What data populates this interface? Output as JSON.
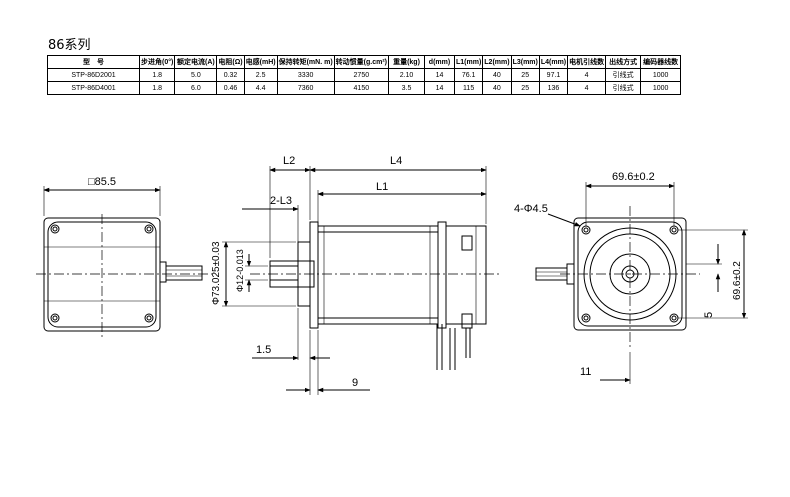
{
  "series_title": "86系列",
  "table": {
    "headers": [
      "型　号",
      "步进角(0°)",
      "额定电流(A)",
      "电阻(Ω)",
      "电感(mH)",
      "保持转矩(mN. m)",
      "转动惯量(g.cm²)",
      "重量(kg)",
      "d(mm)",
      "L1(mm)",
      "L2(mm)",
      "L3(mm)",
      "L4(mm)",
      "电机引线数",
      "出线方式",
      "编码器线数"
    ],
    "rows": [
      [
        "STP-86D2001",
        "1.8",
        "5.0",
        "0.32",
        "2.5",
        "3330",
        "2750",
        "2.10",
        "14",
        "76.1",
        "40",
        "25",
        "97.1",
        "4",
        "引线式",
        "1000"
      ],
      [
        "STP-86D4001",
        "1.8",
        "6.0",
        "0.46",
        "4.4",
        "7360",
        "4150",
        "3.5",
        "14",
        "115",
        "40",
        "25",
        "136",
        "4",
        "引线式",
        "1000"
      ]
    ]
  },
  "dims": {
    "square": "□85.5",
    "l2": "L2",
    "l4": "L4",
    "l1": "L1",
    "two_l3": "2-L3",
    "pilot_dia": "Φ73.025±0.03",
    "shaft_dia": "Φ12-0.013",
    "flange_thk": "1.5",
    "nine": "9",
    "hole_spacing_h": "69.6±0.2",
    "hole_spacing_v": "69.6±0.2",
    "holes": "4-Φ4.5",
    "five": "5",
    "eleven": "11"
  }
}
